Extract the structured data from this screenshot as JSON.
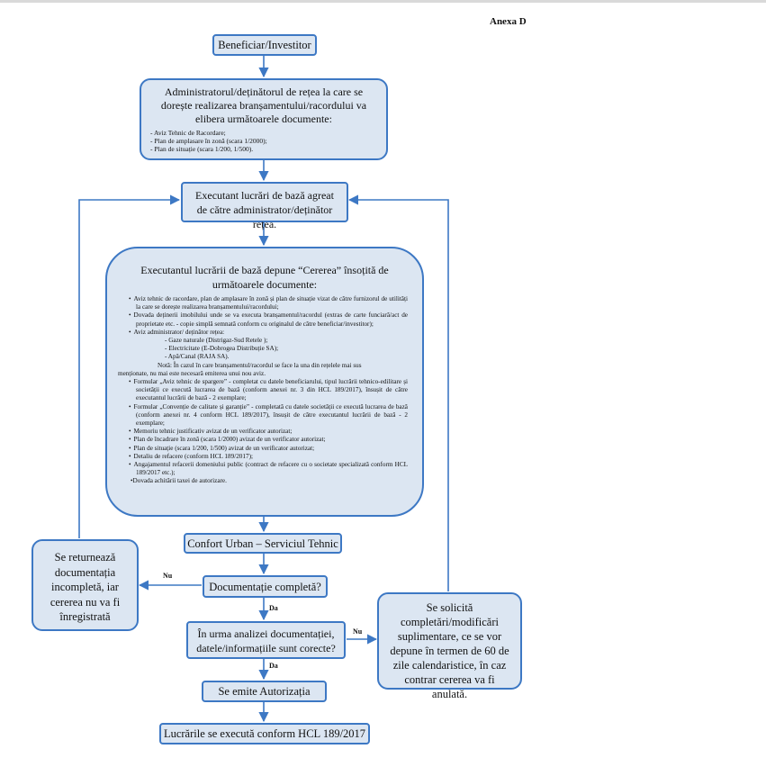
{
  "annex_label": "Anexa D",
  "nodes": {
    "beneficiar": "Beneficiar/Investitor",
    "administrator": {
      "title": "Administratorul/deținătorul de rețea la care se dorește realizarea branșamentului/racordului va elibera următoarele documente:",
      "items": [
        "- Aviz Tehnic de Racordare;",
        "- Plan de amplasare în zonă (scara 1/2000);",
        "- Plan de situație (scara 1/200, 1/500)."
      ]
    },
    "executant": "Executant lucrări de bază agreat de către administrator/deținător rețea.",
    "cererea": {
      "title": "Executantul lucrării de bază depune “Cererea” însoțită de următoarele documente:",
      "items": [
        "Aviz tehnic de racordare, plan de amplasare în zonă și plan de situație vizat de către furnizorul de utilități la care se dorește realizarea branșamentului/racordului;",
        "Dovada deținerii imobilului unde se va executa branșamentul/racordul (extras de carte funciară/act de proprietate etc. - copie simplă semnată conform cu originalul de către beneficiar/investitor);",
        "Aviz administrator/ deținător rețea:"
      ],
      "sub_items": [
        "- Gaze naturale (Distrigaz-Sud Retele );",
        "- Electricitate (E-Dobrogea Distribuție SA);",
        "- Apă/Canal (RAJA SA)."
      ],
      "nota": "Notă: În cazul în care branșamentul/racordul se face la una din rețelele mai sus",
      "nota2": "menționate, nu mai este necesară emiterea unui nou aviz.",
      "items2": [
        "Formular „Aviz tehnic de spargere” - completat cu datele beneficiarului, tipul lucrării tehnico-edilitare și societății ce execută lucrarea de bază (conform anexei nr. 3 din HCL 189/2017), însușit de către executantul lucrării de bază - 2 exemplare;",
        "Formular „Convenție de calitate și garanție” - completată cu datele societății ce execută lucrarea de bază (conform anexei nr. 4 conform HCL 189/2017), însușit de către executantul lucrării de bază - 2 exemplare;",
        "Memoriu tehnic justificativ avizat de un verificator autorizat;",
        "Plan de încadrare în zonă (scara 1/2000) avizat de un verificator autorizat;",
        "Plan de situație (scara 1/200, 1/500) avizat de un verificator autorizat;",
        "Detaliu de refacere (conform HCL 189/2017);",
        "Angajamentul refacerii domeniului public (contract de refacere cu o societate specializată conform HCL 189/2017 etc.);"
      ],
      "last": "Dovada achitării taxei de autorizare."
    },
    "confort": "Confort Urban – Serviciul Tehnic",
    "completa": "Documentație completă?",
    "corecte": "În urma analizei documentației, datele/informațiile sunt corecte?",
    "autorizatia": "Se emite Autorizația",
    "lucrarile": "Lucrările se execută conform HCL 189/2017",
    "returneaza": "Se returnează documentația incompletă, iar cererea nu va fi înregistrată",
    "solicita": "Se solicită completări/modificări suplimentare, ce se vor depune în termen de 60 de zile calendaristice, în caz contrar cererea va fi anulată."
  },
  "edge_labels": {
    "nu1": "Nu",
    "da1": "Da",
    "nu2": "Nu",
    "da2": "Da"
  },
  "colors": {
    "box_fill": "#dce6f2",
    "box_border": "#3d78c4",
    "connector": "#3d78c4"
  }
}
